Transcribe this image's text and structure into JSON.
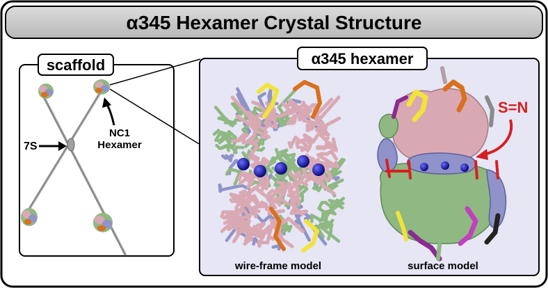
{
  "title": "α345 Hexamer Crystal Structure",
  "scaffold": {
    "label": "scaffold",
    "label_7s": "7S",
    "nc1_line1": "NC1",
    "nc1_line2": "Hexamer"
  },
  "hexamer": {
    "label": "α345 hexamer",
    "wireframe_caption": "wire-frame model",
    "surface_caption": "surface model",
    "sn_label": "S=N"
  },
  "colors": {
    "frame_bg": "#ffffff",
    "title_bar": "#c8c8c8",
    "panel_bg": "#e6e6f5",
    "green": "#8fb883",
    "pink": "#d9a9b3",
    "blue": "#8f93c9",
    "yellow": "#f2e33a",
    "orange": "#d9701e",
    "purple": "#8a2c8f",
    "sphere": "#1a1ab8",
    "crosslink": "#d81f1f"
  }
}
